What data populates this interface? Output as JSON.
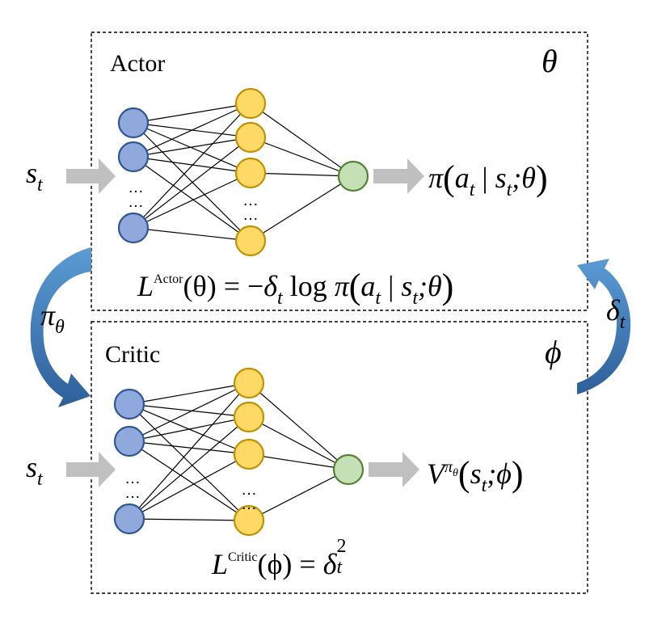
{
  "actor": {
    "title": "Actor",
    "param": "θ",
    "input": {
      "base": "s",
      "sub": "t"
    },
    "output": {
      "pre": "π",
      "a": "a",
      "a_sub": "t",
      "bar": " | ",
      "s": "s",
      "s_sub": "t",
      "tail": ";θ"
    },
    "loss": {
      "L": "L",
      "sup": "Actor",
      "arg": "(θ) = −",
      "delta": "δ",
      "delta_sub": "t",
      "log": " log ",
      "pi": "π",
      "a": "a",
      "a_sub": "t",
      "bar": " | ",
      "s": "s",
      "s_sub": "t",
      "tail": ";θ"
    }
  },
  "critic": {
    "title": "Critic",
    "param": "ϕ",
    "input": {
      "base": "s",
      "sub": "t"
    },
    "output": {
      "V": "V",
      "sup": "π",
      "sup_sub": "θ",
      "s": "s",
      "s_sub": "t",
      "tail": ";ϕ"
    },
    "loss": {
      "L": "L",
      "sup": "Critic",
      "arg": "(ϕ) = ",
      "delta": "δ",
      "delta_sub": "t",
      "power": "2"
    }
  },
  "left_arrow": {
    "base": "π",
    "sub": "θ"
  },
  "right_arrow": {
    "base": "δ",
    "sub": "t"
  },
  "ellipsis": "…",
  "colors": {
    "input_fill": "#8fa9dc",
    "input_stroke": "#2f5597",
    "hidden_fill": "#ffd966",
    "hidden_stroke": "#bf9000",
    "output_fill": "#c5e0b4",
    "output_stroke": "#548235",
    "arrow_gray": "#c0c0c0",
    "curved_arrow": "#2e75b6"
  }
}
